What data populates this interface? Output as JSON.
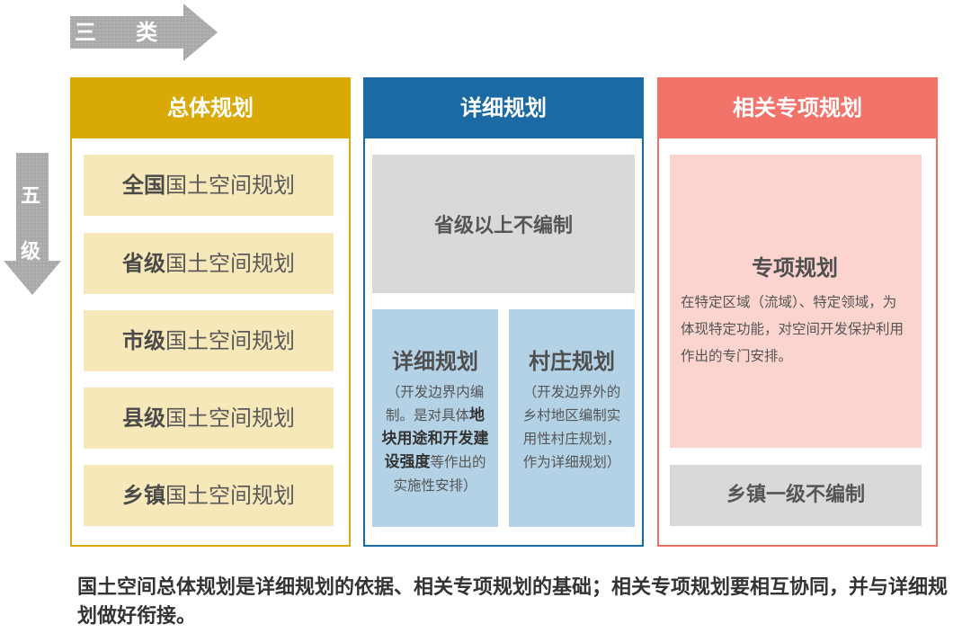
{
  "arrows": {
    "horizontal_label": "三 类",
    "vertical_label_1": "五",
    "vertical_label_2": "级"
  },
  "columns": {
    "overall": {
      "title": "总体规划",
      "levels": [
        {
          "prefix": "全国",
          "suffix": "国土空间规划"
        },
        {
          "prefix": "省级",
          "suffix": "国土空间规划"
        },
        {
          "prefix": "市级",
          "suffix": "国土空间规划"
        },
        {
          "prefix": "县级",
          "suffix": "国土空间规划"
        },
        {
          "prefix": "乡镇",
          "suffix": "国土空间规划"
        }
      ]
    },
    "detailed": {
      "title": "详细规划",
      "top_box": "省级以上不编制",
      "left_box": {
        "title": "详细规划",
        "desc_pre": "（开发边界内编制。是对具体",
        "desc_bold": "地块用途和开发建设强度",
        "desc_post": "等作出的实施性安排）"
      },
      "right_box": {
        "title": "村庄规划",
        "desc": "（开发边界外的乡村地区编制实用性村庄规划，作为详细规划）"
      }
    },
    "special": {
      "title": "相关专项规划",
      "box_title": "专项规划",
      "box_desc": "在特定区域（流域）、特定领域，为体现特定功能，对空间开发保护利用作出的专门安排。",
      "bottom_box": "乡镇一级不编制"
    }
  },
  "footer": "国土空间总体规划是详细规划的依据、相关专项规划的基础；相关专项规划要相互协同，并与详细规划做好衔接。",
  "colors": {
    "gold": "#d9a908",
    "blue": "#1b6aa3",
    "coral": "#f1736a",
    "arrow_gray": "#aaaaaa"
  }
}
